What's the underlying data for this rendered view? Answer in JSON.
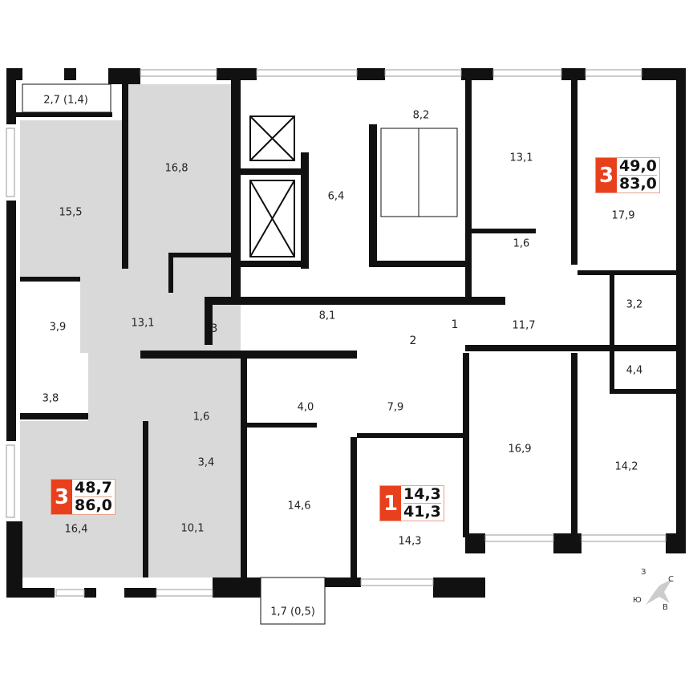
{
  "colors": {
    "wall": "#111111",
    "selected_apartment": "#d9d9d9",
    "badge": "#e8401c",
    "compass": "#cccccc"
  },
  "rooms": [
    {
      "id": "balcony-left",
      "label": "2,7 (1,4)"
    },
    {
      "id": "room-16-8",
      "label": "16,8"
    },
    {
      "id": "room-15-5",
      "label": "15,5"
    },
    {
      "id": "hall-13-1-left",
      "label": "13,1"
    },
    {
      "id": "bath-3-9",
      "label": "3,9"
    },
    {
      "id": "bath-3-8",
      "label": "3,8"
    },
    {
      "id": "wc-1-6-left",
      "label": "1,6"
    },
    {
      "id": "room-3-4",
      "label": "3,4"
    },
    {
      "id": "room-10-1",
      "label": "10,1"
    },
    {
      "id": "room-16-4",
      "label": "16,4"
    },
    {
      "id": "lobby-6-4",
      "label": "6,4"
    },
    {
      "id": "stair-8-2",
      "label": "8,2"
    },
    {
      "id": "corridor-8-1",
      "label": "8,1"
    },
    {
      "id": "bath-4-0",
      "label": "4,0"
    },
    {
      "id": "hall-7-9",
      "label": "7,9"
    },
    {
      "id": "room-14-6",
      "label": "14,6"
    },
    {
      "id": "room-14-3",
      "label": "14,3"
    },
    {
      "id": "balcony-bottom",
      "label": "1,7 (0,5)"
    },
    {
      "id": "kitchen-13-1",
      "label": "13,1"
    },
    {
      "id": "wc-1-6-right",
      "label": "1,6"
    },
    {
      "id": "room-17-9",
      "label": "17,9"
    },
    {
      "id": "hall-11-7",
      "label": "11,7"
    },
    {
      "id": "bath-3-2",
      "label": "3,2"
    },
    {
      "id": "bath-4-4",
      "label": "4,4"
    },
    {
      "id": "room-16-9",
      "label": "16,9"
    },
    {
      "id": "room-14-2",
      "label": "14,2"
    }
  ],
  "doors": [
    {
      "label": "3"
    },
    {
      "label": "2"
    },
    {
      "label": "1"
    }
  ],
  "badges": [
    {
      "rooms": "3",
      "living": "48,7",
      "total": "86,0"
    },
    {
      "rooms": "1",
      "living": "14,3",
      "total": "41,3"
    },
    {
      "rooms": "3",
      "living": "49,0",
      "total": "83,0"
    }
  ],
  "compass": {
    "n": "С",
    "s": "Ю",
    "w": "З",
    "e": "В"
  }
}
